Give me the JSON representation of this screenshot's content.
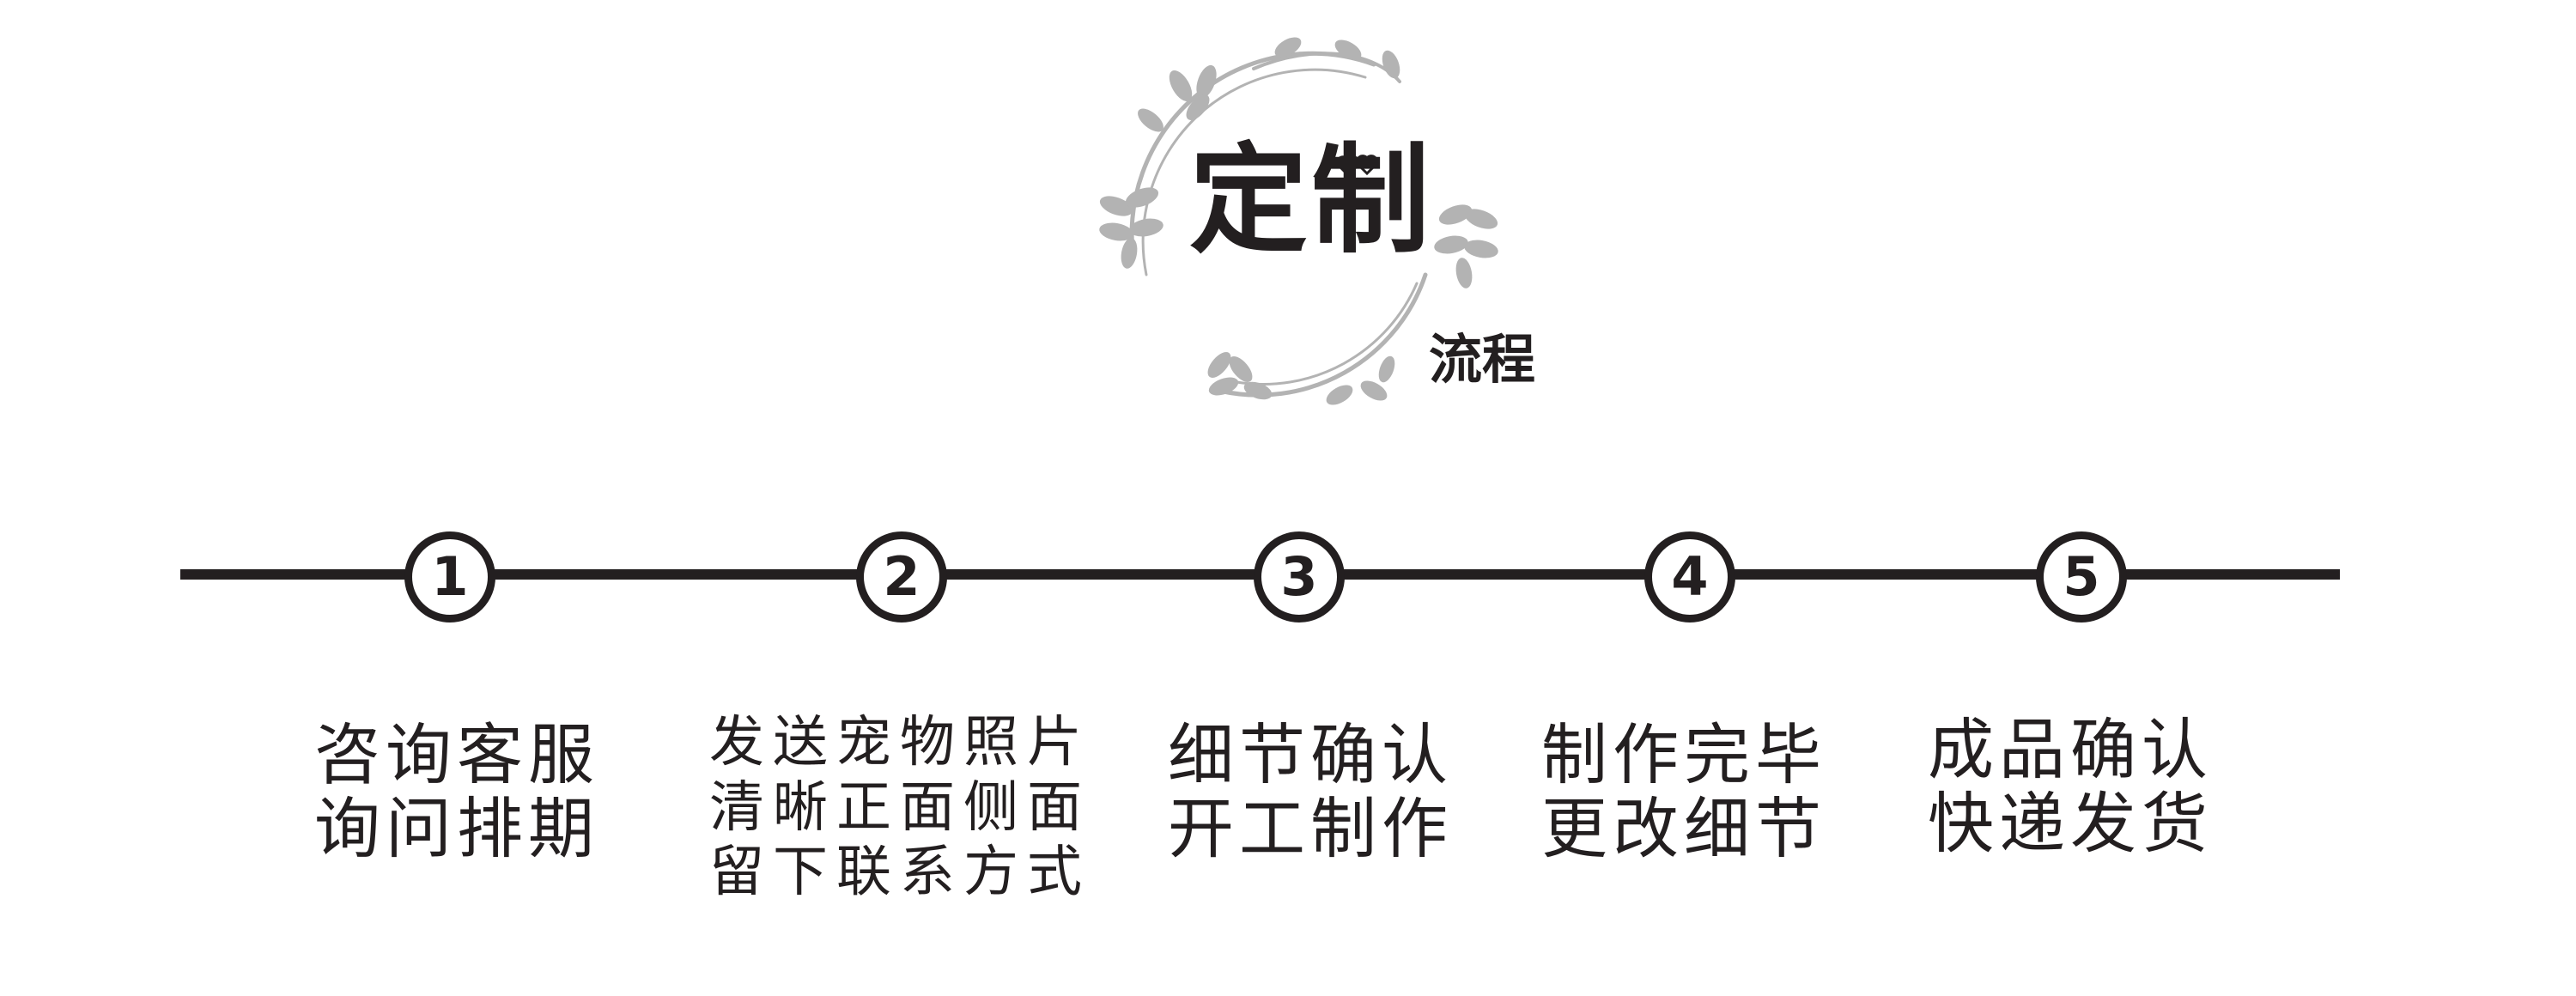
{
  "header": {
    "title": "定制",
    "subtitle": "流程"
  },
  "colors": {
    "ink": "#231f20",
    "wreath": "#b3b3b3"
  },
  "steps": [
    {
      "number": "1",
      "lines": [
        "咨询客服",
        "询问排期"
      ]
    },
    {
      "number": "2",
      "lines": [
        "发送宠物照片",
        "清晰正面侧面",
        "留下联系方式"
      ]
    },
    {
      "number": "3",
      "lines": [
        "细节确认",
        "开工制作"
      ]
    },
    {
      "number": "4",
      "lines": [
        "制作完毕",
        "更改细节"
      ]
    },
    {
      "number": "5",
      "lines": [
        "成品确认",
        "快递发货"
      ]
    }
  ]
}
